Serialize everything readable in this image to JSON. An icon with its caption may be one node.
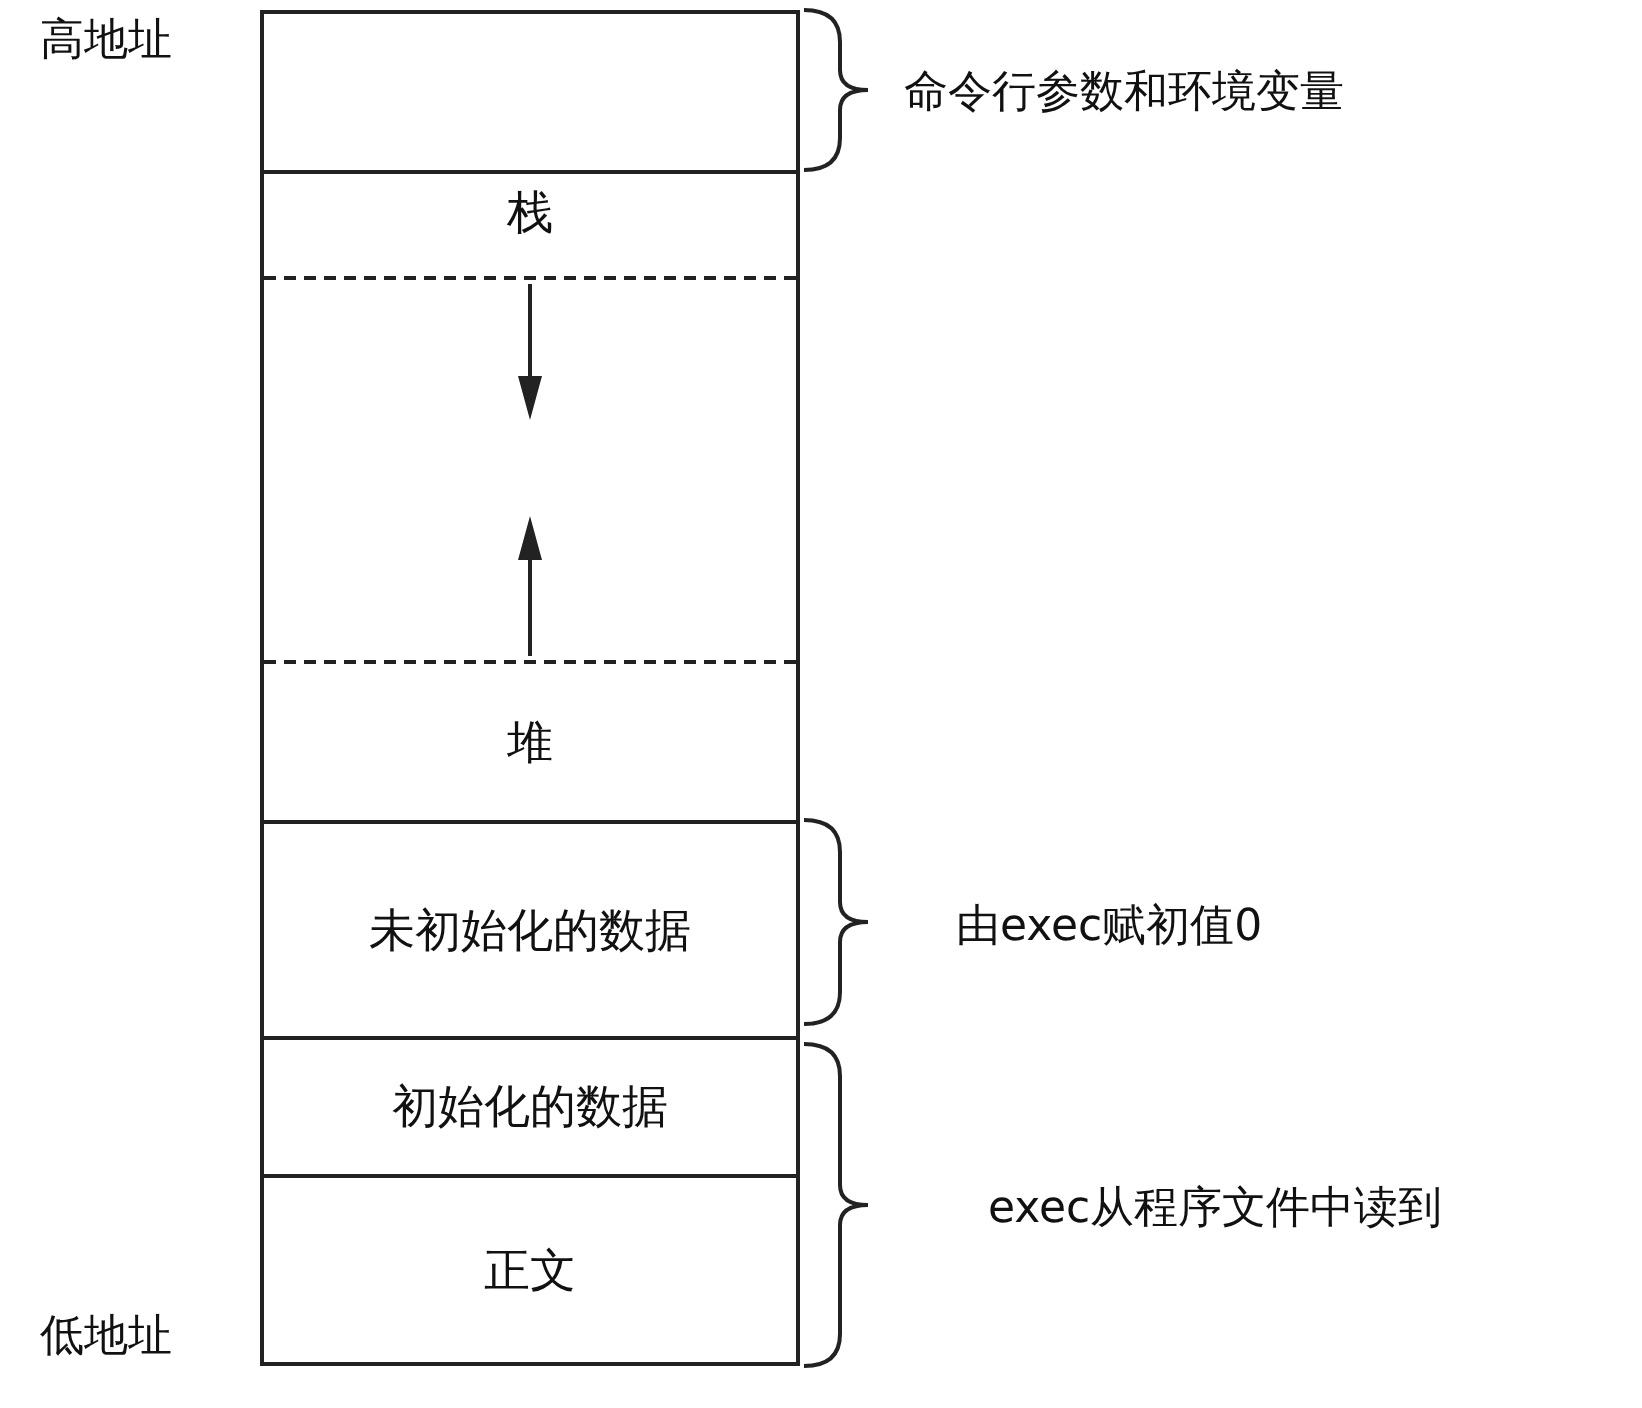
{
  "diagram": {
    "nodes": [
      {
        "text": [],
        "shape": "box",
        "beside": [
          "命令行参数和环境变量"
        ]
      },
      {
        "text": [
          "栈"
        ]
      },
      {
        "text": [
          "堆"
        ]
      },
      {
        "text": [
          "未初始化的数据"
        ],
        "beside": [
          "由exec赋初值0"
        ]
      },
      {
        "text": [
          "初始化的数据"
        ]
      },
      {
        "text": [
          "正文"
        ]
      }
    ],
    "edges": [],
    "labels": [
      "高地址",
      "低地址",
      "exec从程序文件中读到"
    ]
  }
}
